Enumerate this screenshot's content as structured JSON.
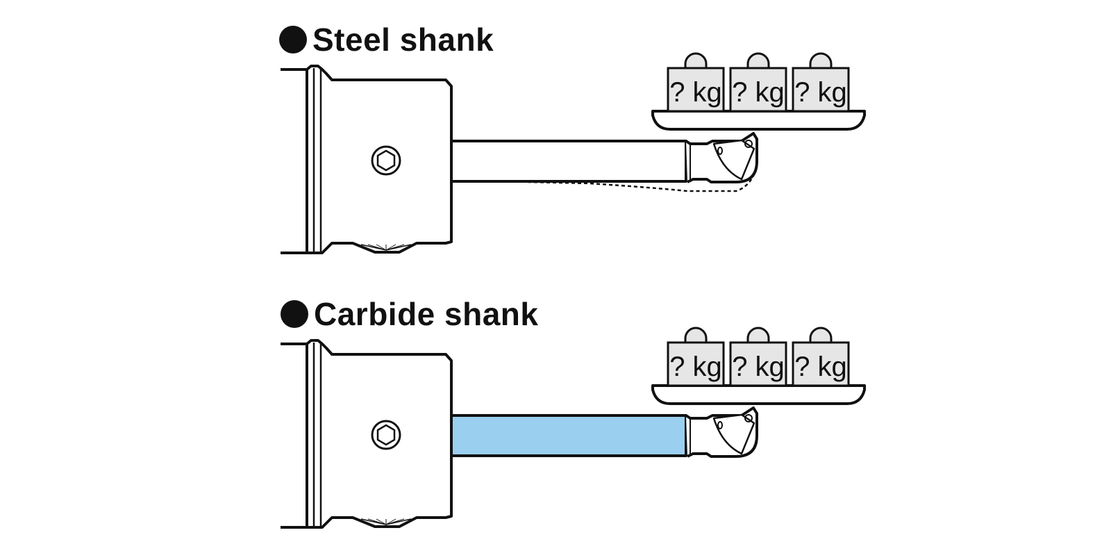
{
  "panels": [
    {
      "title": "Steel shank",
      "shank_color": "#ffffff",
      "shows_deflection": true,
      "weights": [
        "? kg",
        "? kg",
        "? kg"
      ]
    },
    {
      "title": "Carbide shank",
      "shank_color": "#9acfef",
      "shows_deflection": false,
      "weights": [
        "? kg",
        "? kg",
        "? kg"
      ]
    }
  ],
  "colors": {
    "outline": "#111111",
    "weight_fill": "#e6e6e6",
    "carbide": "#9acfef"
  }
}
